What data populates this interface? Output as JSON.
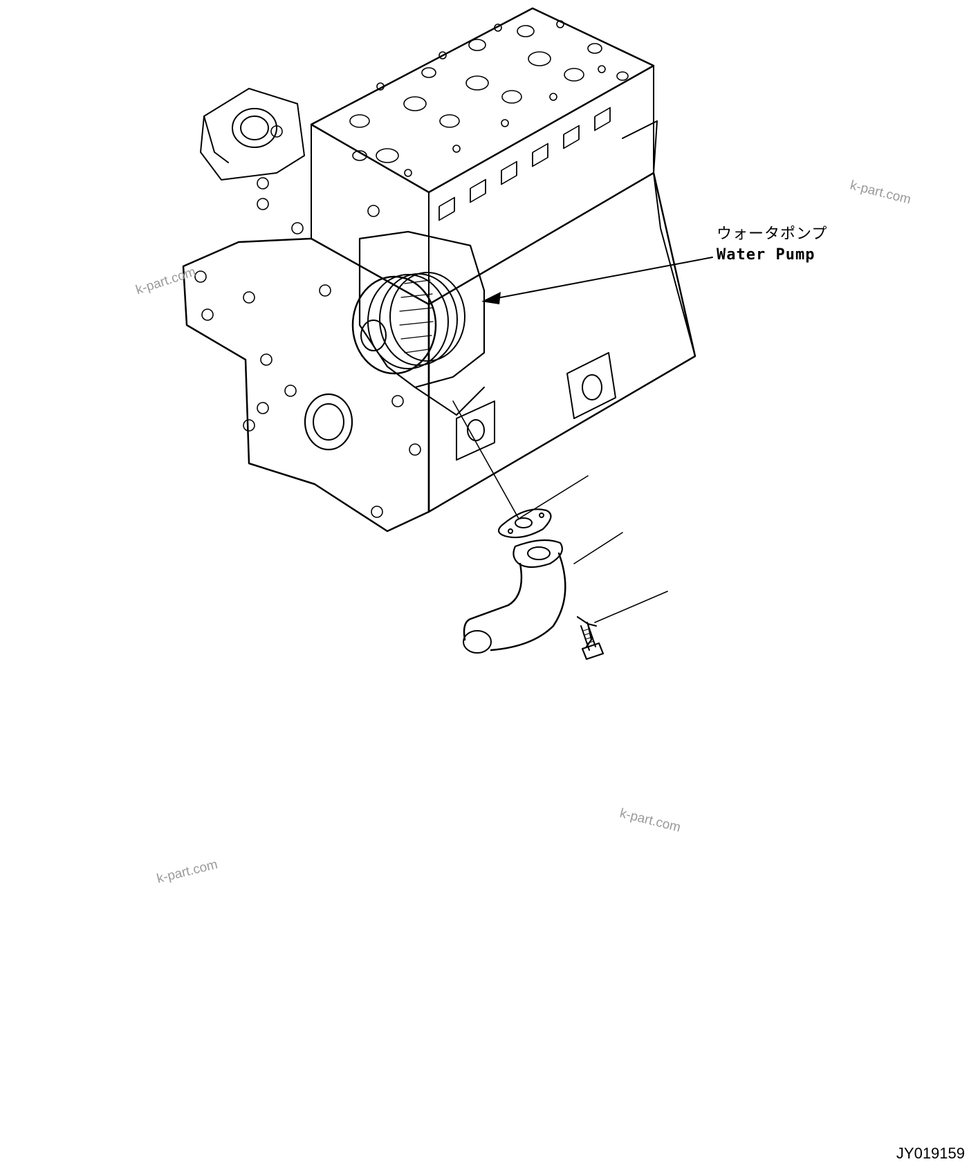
{
  "callout": {
    "label_jp": "ウォータポンプ",
    "label_en": "Water Pump"
  },
  "watermarks": [
    "k-part.com",
    "k-part.com",
    "k-part.com",
    "k-part.com"
  ],
  "drawing_id": "JY019159",
  "colors": {
    "line": "#000000",
    "background": "#ffffff",
    "watermark": "#9a9a9a"
  },
  "icons": {
    "engine": "engine-block-illustration",
    "gasket": "gasket-illustration",
    "elbow": "elbow-pipe-illustration",
    "bolt": "bolt-illustration"
  }
}
